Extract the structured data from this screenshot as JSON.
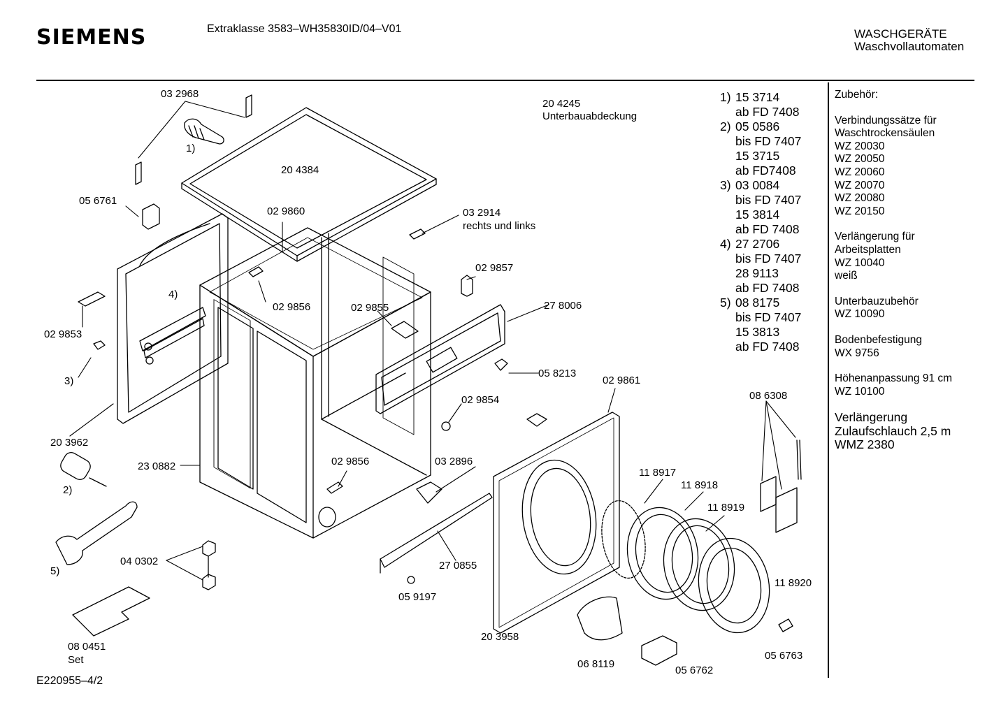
{
  "header": {
    "brand": "SIEMENS",
    "model": "Extraklasse 3583–WH35830ID/04–V01",
    "category_line1": "WASCHGERÄTE",
    "category_line2": "Waschvollautomaten"
  },
  "footer": {
    "doc_id": "E220955–4/2"
  },
  "callouts": {
    "p032968": "03 2968",
    "p204384": "20 4384",
    "p204245": "20 4245",
    "p204245_name": "Unterbauabdeckung",
    "p056761": "05 6761",
    "p029860": "02 9860",
    "p032914": "03 2914",
    "p032914_note": "rechts und links",
    "p029857": "02 9857",
    "p029853": "02 9853",
    "p029856a": "02 9856",
    "p029855": "02 9855",
    "p278006": "27 8006",
    "p058213": "05 8213",
    "p203962": "20 3962",
    "p029854": "02 9854",
    "p029861": "02 9861",
    "p230882": "23 0882",
    "p029856b": "02 9856",
    "p032896": "03 2896",
    "p086308": "08 6308",
    "p118917": "11 8917",
    "p118918": "11 8918",
    "p118919": "11 8919",
    "p040302": "04 0302",
    "p270855": "27 0855",
    "p059197": "05 9197",
    "p118920": "11 8920",
    "p203958": "20 3958",
    "p080451": "08  0451",
    "p080451_note": "Set",
    "p068119": "06 8119",
    "p056762": "05 6762",
    "p056763": "05 6763",
    "ref1": "1)",
    "ref2": "2)",
    "ref3": "3)",
    "ref4": "4)",
    "ref5": "5)"
  },
  "variants": [
    {
      "num": "1)",
      "lines": [
        "15 3714",
        "ab FD 7408"
      ]
    },
    {
      "num": "2)",
      "lines": [
        "05 0586",
        "bis FD 7407",
        "15 3715",
        "ab FD7408"
      ]
    },
    {
      "num": "3)",
      "lines": [
        "03 0084",
        "bis FD 7407",
        "15 3814",
        "ab FD 7408"
      ]
    },
    {
      "num": "4)",
      "lines": [
        "27 2706",
        "bis FD 7407",
        "28 9113",
        "ab FD 7408"
      ]
    },
    {
      "num": "5)",
      "lines": [
        "08 8175",
        "bis FD 7407",
        "15 3813",
        "ab FD 7408"
      ]
    }
  ],
  "accessories": {
    "title": "Zubehör:",
    "conn_title1": "Verbindungssätze für",
    "conn_title2": "Waschtrockensäulen",
    "conn_items": [
      "WZ 20030",
      "WZ 20050",
      "WZ 20060",
      "WZ 20070",
      "WZ 20080",
      "WZ 20150"
    ],
    "ext_title1": "Verlängerung für",
    "ext_title2": "Arbeitsplatten",
    "ext_item": "WZ 10040",
    "ext_note": "weiß",
    "under_title": "Unterbauzubehör",
    "under_item": "WZ 10090",
    "floor_title": "Bodenbefestigung",
    "floor_item": "WX 9756",
    "height_title": "Höhenanpassung 91 cm",
    "height_item": "WZ 10100",
    "hose_title1": "Verlängerung",
    "hose_title2": "Zulaufschlauch 2,5 m",
    "hose_item": "WMZ 2380"
  }
}
